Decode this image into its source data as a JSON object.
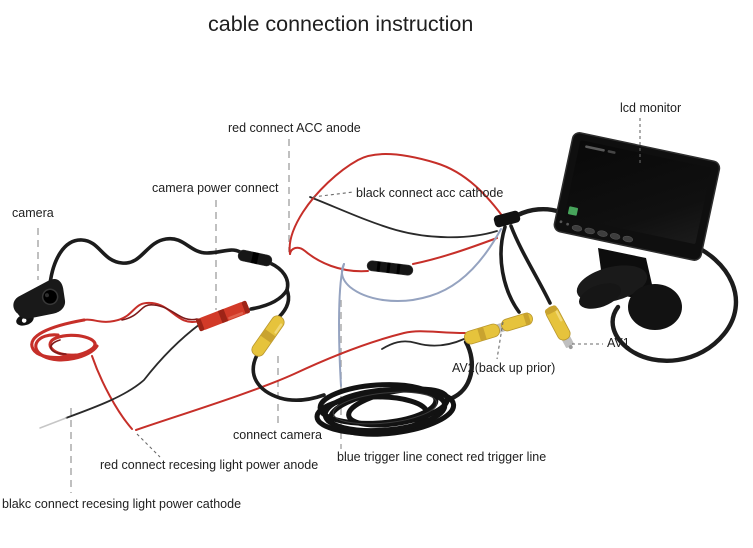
{
  "title": "cable connection instruction",
  "labels": {
    "camera": "camera",
    "camera_power_connect": "camera power connect",
    "red_acc_anode": "red connect ACC anode",
    "black_acc_cathode": "black connect acc cathode",
    "lcd_monitor": "lcd monitor",
    "av1": "AV1",
    "av2": "AV2(back up prior)",
    "connect_camera": "connect camera",
    "blue_trigger": "blue trigger line conect red trigger line",
    "red_recessing_anode": "red connect recesing light power anode",
    "black_recessing_cathode": "blakc connect recesing light power cathode"
  },
  "colors": {
    "wire_black": "#1c1c1c",
    "wire_thin_black": "#2a2a2a",
    "wire_red": "#c62f29",
    "wire_dark_red": "#7d1a1a",
    "wire_blue": "#95a3c0",
    "wire_tip": "#c6c6c6",
    "connector_yellow": "#e6c33c",
    "connector_yellow_dark": "#c9a32f",
    "connector_red": "#d23a28",
    "connector_red_dark": "#9e2417",
    "leader_gray": "#b0b0b0",
    "leader_dark": "#6a6a6a",
    "monitor_body": "#0f0f0f",
    "monitor_edge": "#2e2e2e",
    "sticker_green": "#47a45b",
    "silver": "#bfbfbf",
    "text": "#1e1e1e",
    "background": "#ffffff"
  }
}
